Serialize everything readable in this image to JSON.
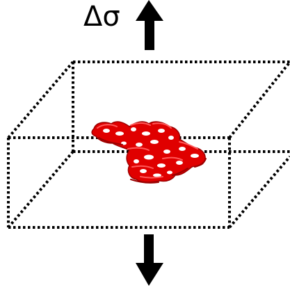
{
  "label": {
    "text": "Δσ"
  },
  "colors": {
    "arrow": "#000000",
    "box_edges": "#000000",
    "defect_fill": "#e00000",
    "defect_highlight": "#ff5a5a",
    "defect_shadow": "#9b0000"
  },
  "elements": {
    "upward_arrow_icon": "arrow-up-icon",
    "downward_arrow_icon": "arrow-down-icon",
    "box": "dotted-box-outline",
    "defect": "red-porous-cluster"
  }
}
